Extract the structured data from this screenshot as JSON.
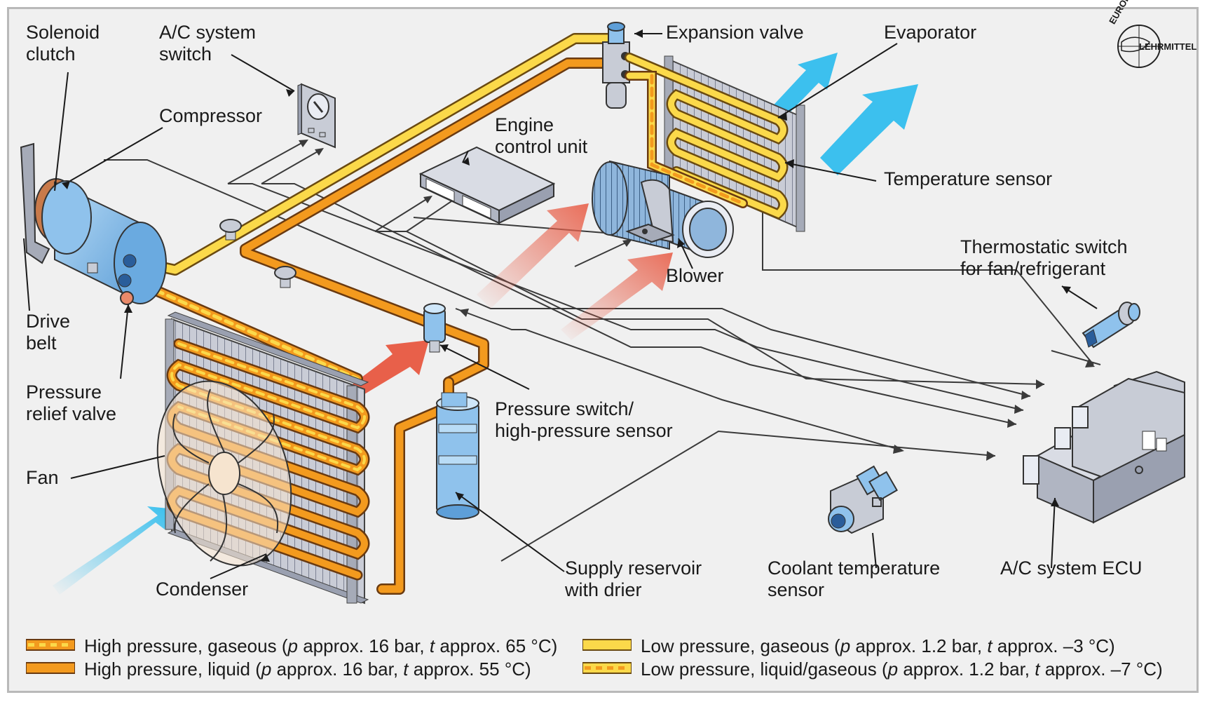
{
  "labels": {
    "solenoid_clutch": [
      "Solenoid",
      "clutch"
    ],
    "ac_switch": [
      "A/C system",
      "switch"
    ],
    "compressor": "Compressor",
    "engine_control_unit": [
      "Engine",
      "control unit"
    ],
    "expansion_valve": "Expansion valve",
    "evaporator": "Evaporator",
    "temperature_sensor": "Temperature sensor",
    "blower": "Blower",
    "thermostatic_switch": [
      "Thermostatic switch",
      "for fan/refrigerant"
    ],
    "drive_belt": [
      "Drive",
      "belt"
    ],
    "pressure_relief_valve": [
      "Pressure",
      "relief valve"
    ],
    "pressure_switch": [
      "Pressure switch/",
      "high-pressure sensor"
    ],
    "fan": "Fan",
    "condenser": "Condenser",
    "supply_reservoir": [
      "Supply reservoir",
      "with drier"
    ],
    "coolant_temp_sensor": [
      "Coolant temperature",
      "sensor"
    ],
    "ac_ecu": "A/C system ECU"
  },
  "logo": {
    "top": "EUROPA",
    "bottom": "LEHRMITTEL"
  },
  "legend": [
    {
      "name": "High pressure, gaseous",
      "p": "p",
      "p_text": " approx. 16 bar, ",
      "t": "t",
      "t_text": " approx. 65 °C)",
      "style": "hp-gas"
    },
    {
      "name": "High pressure, liquid",
      "p": "p",
      "p_text": " approx. 16 bar, ",
      "t": "t",
      "t_text": " approx. 55 °C)",
      "style": "hp-liquid"
    },
    {
      "name": "Low pressure, gaseous",
      "p": "p",
      "p_text": " approx. 1.2 bar, ",
      "t": "t",
      "t_text": " approx. –3 °C)",
      "style": "lp-gas"
    },
    {
      "name": "Low pressure, liquid/gaseous",
      "p": "p",
      "p_text": " approx. 1.2 bar, ",
      "t": "t",
      "t_text": " approx. –7 °C)",
      "style": "lp-mixed"
    }
  ],
  "colors": {
    "high_pressure_orange": "#f39a1e",
    "low_pressure_yellow": "#fbd94a",
    "cold_air_blue": "#3cc0ee",
    "warm_air_red": "#e8604a",
    "component_blue": "#8fc2ec",
    "component_grey": "#c8ccd6",
    "background": "#f0f0f0"
  }
}
